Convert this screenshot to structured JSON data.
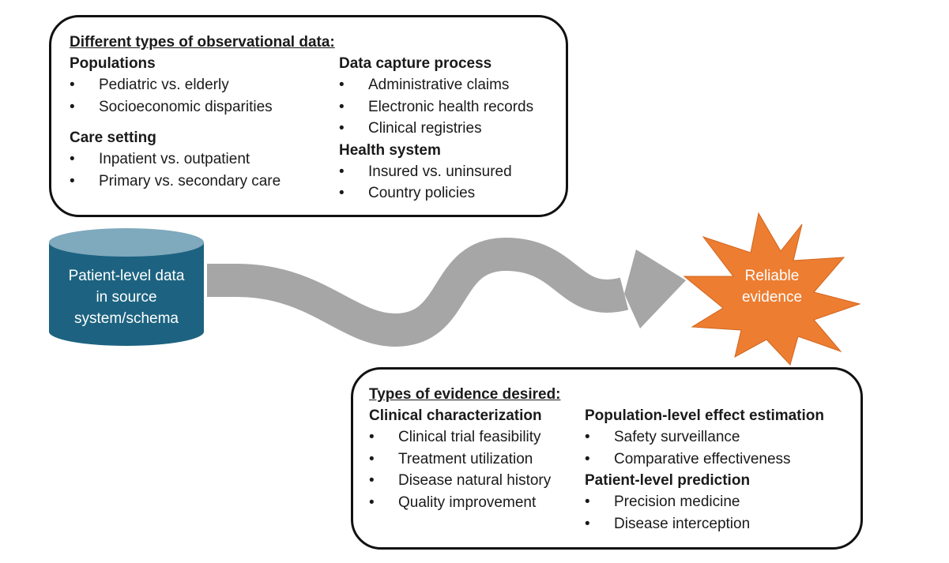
{
  "observational_box": {
    "title": "Different types of observational data:",
    "groups": [
      {
        "heading": "Populations",
        "items": [
          "Pediatric vs. elderly",
          "Socioeconomic disparities"
        ]
      },
      {
        "heading": "Care setting",
        "items": [
          "Inpatient vs. outpatient",
          "Primary vs. secondary care"
        ]
      },
      {
        "heading": "Data capture process",
        "items": [
          "Administrative claims",
          "Electronic health records",
          "Clinical registries"
        ]
      },
      {
        "heading": "Health system",
        "items": [
          "Insured vs. uninsured",
          "Country policies"
        ]
      }
    ]
  },
  "database": {
    "lines": [
      "Patient-level data",
      "in source",
      "system/schema"
    ],
    "color": "#1d6381",
    "top_color": "#7fa9bd"
  },
  "evidence_burst": {
    "lines": [
      "Reliable",
      "evidence"
    ],
    "color": "#ed7d31"
  },
  "arrow": {
    "color": "#a6a6a6"
  },
  "evidence_box": {
    "title": "Types of evidence desired:",
    "groups": [
      {
        "heading": "Clinical characterization",
        "items": [
          "Clinical trial feasibility",
          "Treatment utilization",
          "Disease natural history",
          "Quality improvement"
        ]
      },
      {
        "heading": "Population-level effect estimation",
        "items": [
          "Safety surveillance",
          "Comparative effectiveness"
        ]
      },
      {
        "heading": "Patient-level prediction",
        "items": [
          "Precision medicine",
          "Disease interception"
        ]
      }
    ]
  }
}
